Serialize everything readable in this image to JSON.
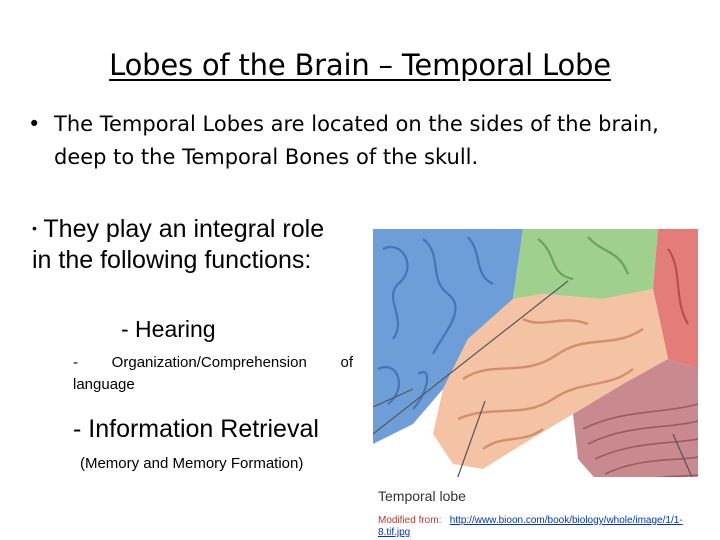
{
  "slide": {
    "title": "Lobes of the Brain – Temporal Lobe",
    "bullet_marker": "•",
    "bullet_text": "The Temporal Lobes are located on the sides of the brain, deep to the Temporal Bones of the skull.",
    "functions_marker": "•",
    "functions_intro": "They play an integral role in the following functions:",
    "item_hearing": "- Hearing",
    "item_organization": "- Organization/Comprehension of language",
    "item_information": "- Information Retrieval",
    "item_information_note": "(Memory and Memory Formation)"
  },
  "figure": {
    "label": "Temporal lobe",
    "source_prefix": "Modified from:",
    "source_link": "http://www.bioon.com/book/biology/whole/image/1/1-8.tif.jpg"
  },
  "colors": {
    "frontal_lobe": "#6e9ed8",
    "parietal_lobe": "#9fd08e",
    "occipital_lobe": "#e47d7a",
    "temporal_lobe": "#f4c3a4",
    "cerebellum": "#c98a8f",
    "link": "#0033cc",
    "caption_label": "#c0392b"
  }
}
